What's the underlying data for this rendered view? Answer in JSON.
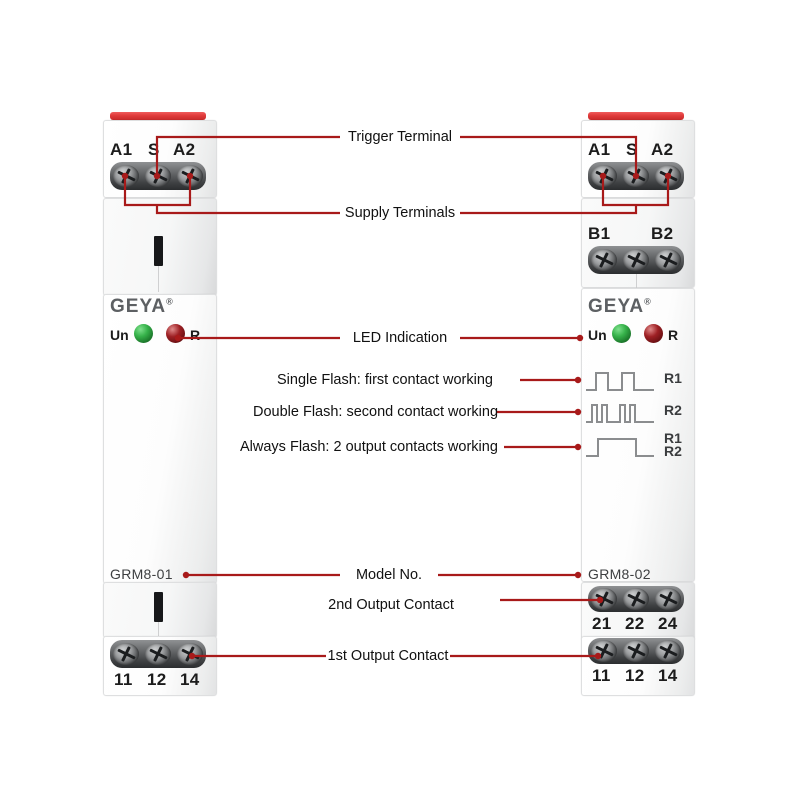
{
  "diagram": {
    "title": "GEYA GRM8 relay module feature callout diagram",
    "accent_color": "#a81a1a",
    "rail_strip_color": "#e03a3a",
    "led_green_color": "#36b24a",
    "led_red_color": "#9e2024"
  },
  "annotations": [
    {
      "id": "trigger-terminal",
      "label": "Trigger Terminal"
    },
    {
      "id": "supply-terminals",
      "label": "Supply Terminals"
    },
    {
      "id": "led-indication",
      "label": "LED Indication"
    },
    {
      "id": "single-flash",
      "label": "Single Flash: first contact working"
    },
    {
      "id": "double-flash",
      "label": "Double Flash: second contact working"
    },
    {
      "id": "always-flash",
      "label": "Always Flash: 2 output contacts working"
    },
    {
      "id": "model-no",
      "label": "Model No."
    },
    {
      "id": "second-output",
      "label": "2nd Output Contact"
    },
    {
      "id": "first-output",
      "label": "1st Output Contact"
    }
  ],
  "left_device": {
    "model": "GRM8-01",
    "brand": "GEYA",
    "brand_mark": "®",
    "top_terminals": [
      "A1",
      "S",
      "A2"
    ],
    "bottom_terminals": [
      "11",
      "12",
      "14"
    ],
    "leds": [
      {
        "name": "Un",
        "color": "green"
      },
      {
        "name": "R",
        "color": "red"
      }
    ]
  },
  "right_device": {
    "model": "GRM8-02",
    "brand": "GEYA",
    "brand_mark": "®",
    "top_terminals": [
      "A1",
      "S",
      "A2"
    ],
    "second_terminals": [
      "B1",
      "B2"
    ],
    "output2_terminals": [
      "21",
      "22",
      "24"
    ],
    "output1_terminals": [
      "11",
      "12",
      "14"
    ],
    "leds": [
      {
        "name": "Un",
        "color": "green"
      },
      {
        "name": "R",
        "color": "red"
      }
    ],
    "waveforms": [
      {
        "id": "wave-r1",
        "label": "R1",
        "pattern": "single-pulse"
      },
      {
        "id": "wave-r2",
        "label": "R2",
        "pattern": "double-pulse"
      },
      {
        "id": "wave-r1r2",
        "label": "R1\nR2",
        "pattern": "sustained-high"
      }
    ]
  }
}
